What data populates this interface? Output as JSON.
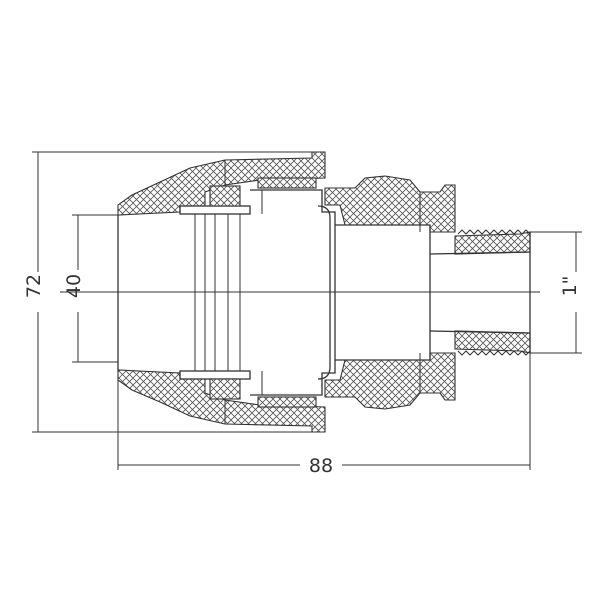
{
  "dimensions": {
    "overall_height": "72",
    "bore_diameter": "40",
    "overall_length": "88",
    "thread_size": "1\""
  },
  "colors": {
    "line": "#333333",
    "background": "#ffffff"
  }
}
